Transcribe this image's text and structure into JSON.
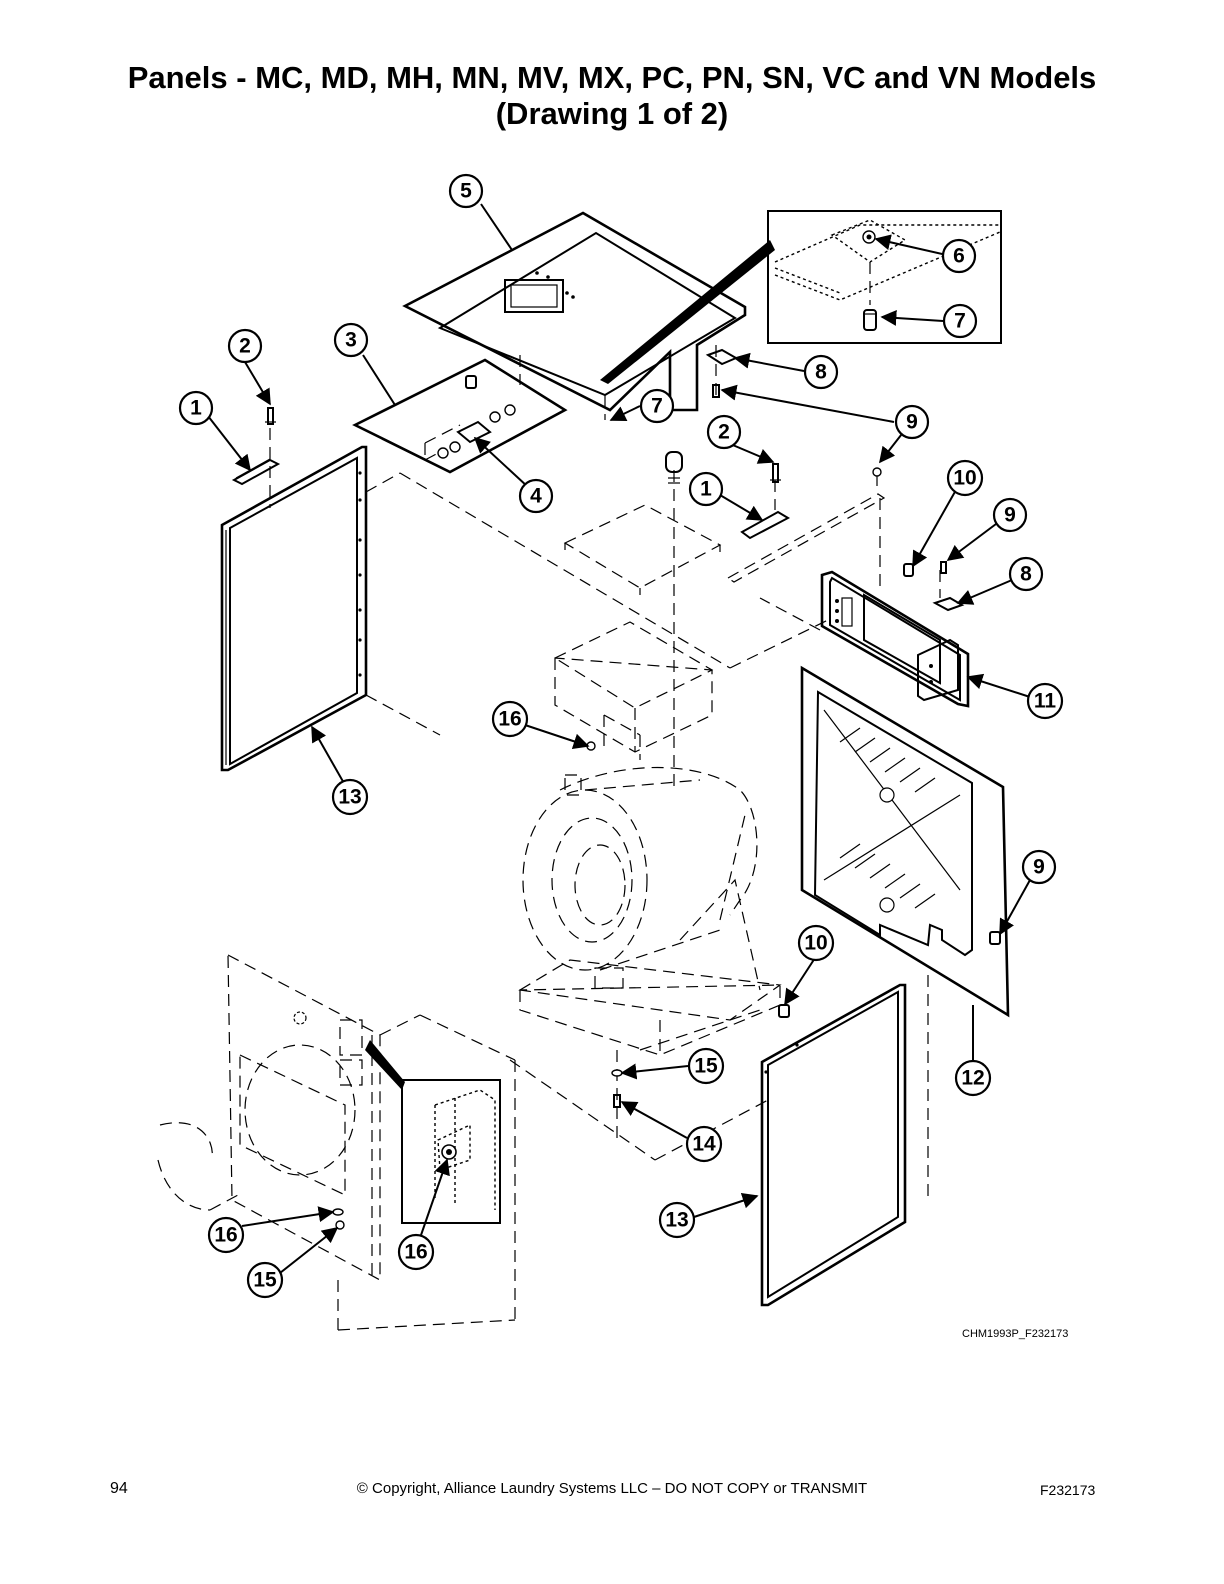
{
  "title": {
    "line1": "Panels - MC, MD, MH, MN, MV, MX, PC, PN, SN, VC and VN Models",
    "line2": "(Drawing 1 of 2)"
  },
  "drawing_code": "CHM1993P_F232173",
  "footer": {
    "page_number": "94",
    "copyright": "© Copyright, Alliance Laundry Systems LLC – DO NOT COPY or TRANSMIT",
    "document_code": "F232173"
  },
  "callouts": {
    "c1a": "1",
    "c1b": "1",
    "c2a": "2",
    "c2b": "2",
    "c3": "3",
    "c4": "4",
    "c5": "5",
    "c6": "6",
    "c7a": "7",
    "c7b": "7",
    "c8a": "8",
    "c8b": "8",
    "c9a": "9",
    "c9b": "9",
    "c9c": "9",
    "c10a": "10",
    "c10b": "10",
    "c11": "11",
    "c12": "12",
    "c13a": "13",
    "c13b": "13",
    "c14": "14",
    "c15a": "15",
    "c15b": "15",
    "c16a": "16",
    "c16b": "16",
    "c16c": "16"
  }
}
